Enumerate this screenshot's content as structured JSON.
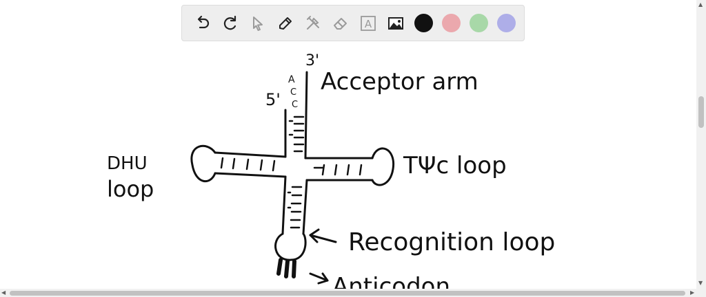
{
  "toolbar": {
    "tools": [
      {
        "name": "undo-icon",
        "title": "Undo"
      },
      {
        "name": "redo-icon",
        "title": "Redo"
      },
      {
        "name": "select-pointer-icon",
        "title": "Select"
      },
      {
        "name": "pen-icon",
        "title": "Pen"
      },
      {
        "name": "tools-icon",
        "title": "Tools"
      },
      {
        "name": "eraser-icon",
        "title": "Eraser"
      },
      {
        "name": "text-icon",
        "title": "Text"
      },
      {
        "name": "image-icon",
        "title": "Image"
      }
    ],
    "text_tool_glyph": "A",
    "colors": {
      "black": "#111111",
      "red": "#eba8ad",
      "green": "#a8d8a8",
      "blue": "#aeaee8"
    }
  },
  "drawing": {
    "labels": {
      "three_prime": "3'",
      "five_prime": "5'",
      "cca_a": "A",
      "cca_c1": "C",
      "cca_c2": "C",
      "acceptor_arm": "Acceptor arm",
      "dhu_line1": "DHU",
      "dhu_line2": "loop",
      "tpsic_loop": "TΨc loop",
      "recognition_loop": "Recognition loop",
      "anticodon_partial": "Anticodon"
    }
  }
}
